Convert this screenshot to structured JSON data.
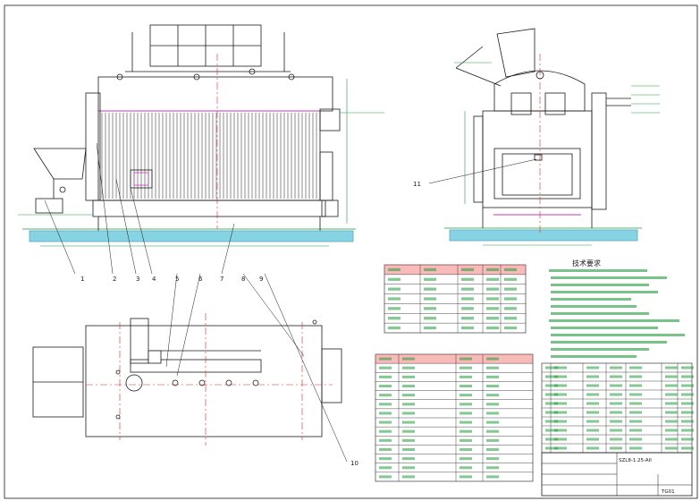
{
  "drawing": {
    "part_numbers": [
      "1",
      "2",
      "3",
      "4",
      "5",
      "6",
      "7",
      "8",
      "9",
      "10",
      "11"
    ],
    "notes_title": "技术要求",
    "title_block_text": "SZL8-1.25-AII",
    "title_block_code": "TG01"
  },
  "colors": {
    "line": "#1a1a1a",
    "center": "#d42a2a",
    "green": "#1f9a3a",
    "magenta": "#c23ab8",
    "ground": "#86d3e3",
    "header": "#ed3a3a"
  }
}
